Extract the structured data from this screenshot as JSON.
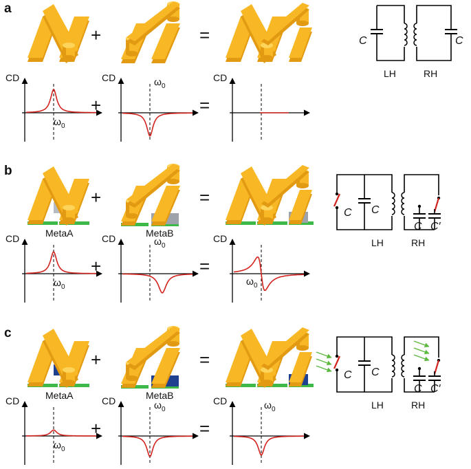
{
  "panels": [
    {
      "id": "a",
      "label": "a",
      "structure_left": "N",
      "structure_right": "bridge",
      "structure_result": "M",
      "layers": false,
      "left_block": "",
      "right_block": "",
      "name_left": "",
      "name_right": "",
      "plot_left": {
        "type": "peak",
        "amplitude": 0.85
      },
      "plot_right": {
        "type": "dip",
        "amplitude": 0.85
      },
      "plot_result": {
        "type": "flat",
        "amplitude": 0.0
      },
      "circuit": {
        "left_switch": false,
        "right_switch": false,
        "light": false
      }
    },
    {
      "id": "b",
      "label": "b",
      "structure_left": "N",
      "structure_right": "bridge",
      "structure_result": "M",
      "layers": true,
      "left_block": "#b7bcc4",
      "right_block": "#9ea3ab",
      "name_left": "MetaA",
      "name_right": "MetaB",
      "plot_left": {
        "type": "peak",
        "amplitude": 0.8
      },
      "plot_right": {
        "type": "dip_shifted",
        "amplitude": 0.7
      },
      "plot_result": {
        "type": "bisignate",
        "amplitude": 0.8
      },
      "circuit": {
        "left_switch": true,
        "right_switch": true,
        "light": false
      }
    },
    {
      "id": "c",
      "label": "c",
      "structure_left": "N",
      "structure_right": "bridge",
      "structure_result": "M",
      "layers": true,
      "left_block": "#1f3f8f",
      "right_block": "#1f3f8f",
      "name_left": "MetaA",
      "name_right": "MetaB",
      "plot_left": {
        "type": "peak",
        "amplitude": 0.22
      },
      "plot_right": {
        "type": "dip",
        "amplitude": 0.75
      },
      "plot_result": {
        "type": "dip",
        "amplitude": 0.7
      },
      "circuit": {
        "left_switch": true,
        "right_switch": true,
        "light": true
      }
    }
  ],
  "text": {
    "plus": "+",
    "equals": "=",
    "cd_axis": "CD",
    "omega": "ω",
    "omega_sub": "0",
    "cap_c": "C",
    "cap_c_prime": "C′",
    "lh": "LH",
    "rh": "RH"
  },
  "colors": {
    "gold": "#f8b826",
    "gold_dark": "#e29a12",
    "gold_light": "#ffd45a",
    "curve": "#d2231e",
    "switch": "#d2231e",
    "green_layer": "#3fb84a",
    "light_arrows": "#5cb940"
  }
}
